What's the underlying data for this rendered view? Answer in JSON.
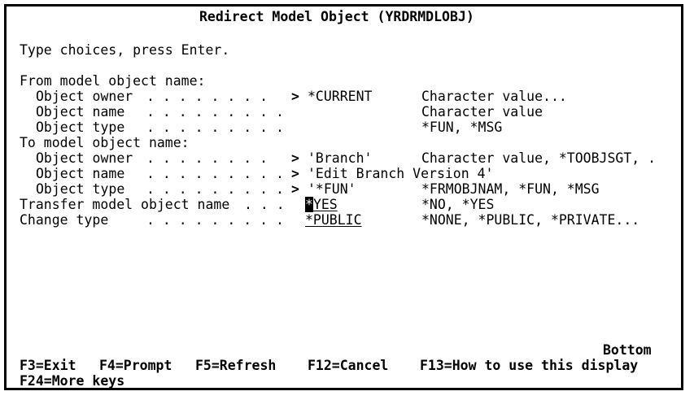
{
  "screen": {
    "title": "Redirect Model Object (YRDRMDLOBJ)",
    "instruction": "Type choices, press Enter.",
    "position_indicator": "Bottom",
    "colors": {
      "foreground": "#000000",
      "background": "#ffffff",
      "border": "#000000",
      "cursor_background": "#000000",
      "cursor_foreground": "#ffffff"
    }
  },
  "sections": {
    "from_group_label": "From model object name:",
    "to_group_label": "To model object name:"
  },
  "fields": [
    {
      "label": "Object owner",
      "dots": ". . . . . . . .",
      "prompt_marker": ">",
      "value": "*CURRENT",
      "hint": "Character value...",
      "underlined": false,
      "cursor": false,
      "group": "from"
    },
    {
      "label": "Object name",
      "dots": ". . . . . . . . .",
      "prompt_marker": "",
      "value": "",
      "hint": "Character value",
      "underlined": false,
      "cursor": false,
      "group": "from"
    },
    {
      "label": "Object type",
      "dots": ". . . . . . . . .",
      "prompt_marker": "",
      "value": "",
      "hint": "*FUN, *MSG",
      "underlined": false,
      "cursor": false,
      "group": "from"
    },
    {
      "label": "Object owner",
      "dots": ". . . . . . . .",
      "prompt_marker": ">",
      "value": "'Branch'",
      "hint": "Character value, *TOOBJSGT, .",
      "underlined": false,
      "cursor": false,
      "group": "to"
    },
    {
      "label": "Object name",
      "dots": ". . . . . . . . .",
      "prompt_marker": ">",
      "value": "'Edit Branch Version 4'",
      "hint": "",
      "underlined": false,
      "cursor": false,
      "group": "to"
    },
    {
      "label": "Object type",
      "dots": ". . . . . . . . .",
      "prompt_marker": ">",
      "value": "'*FUN'",
      "hint": "*FRMOBJNAM, *FUN, *MSG",
      "underlined": false,
      "cursor": false,
      "group": "to"
    },
    {
      "label": "Transfer model object name",
      "dots": ". . .",
      "prompt_marker": "",
      "value": "*YES",
      "value_cursor_char": "*",
      "value_rest": "YES",
      "hint": "*NO, *YES",
      "underlined": true,
      "cursor": true,
      "group": "root"
    },
    {
      "label": "Change type",
      "dots": ". . . . . . . . .",
      "prompt_marker": "",
      "value": "*PUBLIC",
      "hint": "*NONE, *PUBLIC, *PRIVATE...",
      "underlined": true,
      "cursor": false,
      "group": "root"
    }
  ],
  "function_keys": {
    "line1": [
      {
        "label": "F3=Exit"
      },
      {
        "label": "F4=Prompt"
      },
      {
        "label": "F5=Refresh"
      },
      {
        "label": "F12=Cancel"
      },
      {
        "label": "F13=How to use this display"
      }
    ],
    "line2": [
      {
        "label": "F24=More keys"
      }
    ]
  }
}
